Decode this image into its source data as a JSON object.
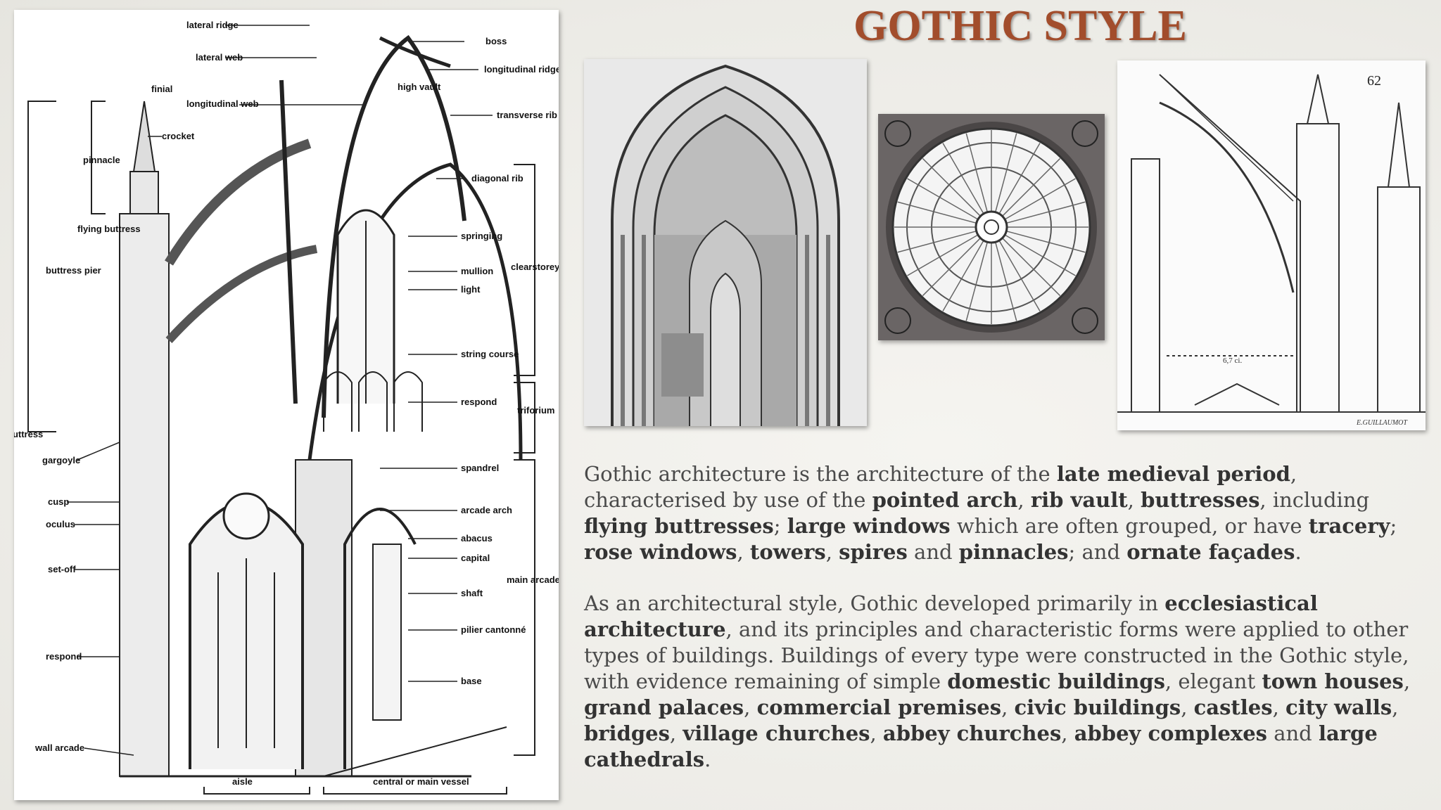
{
  "title": "GOTHIC STYLE",
  "diagram_labels": {
    "lateral_ridge": "lateral ridge",
    "lateral_web": "lateral web",
    "finial": "finial",
    "longitudinal_web": "longitudinal web",
    "high_vault": "high vault",
    "boss": "boss",
    "longitudinal_ridge": "longitudinal ridge",
    "transverse_rib": "transverse rib",
    "crocket": "crocket",
    "pinnacle": "pinnacle",
    "diagonal_rib": "diagonal rib",
    "flying_buttress": "flying buttress",
    "buttress_pier": "buttress pier",
    "springing": "springing",
    "clearstorey": "clearstorey",
    "mullion": "mullion",
    "light": "light",
    "string_course": "string course",
    "respond_upper": "respond",
    "triforium": "triforium",
    "buttress": "buttress",
    "gargoyle": "gargoyle",
    "spandrel": "spandrel",
    "cusp": "cusp",
    "oculus": "oculus",
    "arcade_arch": "arcade arch",
    "abacus": "abacus",
    "capital": "capital",
    "set_off": "set-off",
    "main_arcade": "main arcade",
    "shaft": "shaft",
    "pilier_cantonne": "pilier cantonné",
    "respond_lower": "respond",
    "base": "base",
    "wall_arcade": "wall arcade",
    "aisle": "aisle",
    "central_vessel": "central or main vessel"
  },
  "buttress_drawing": {
    "page_number": "62",
    "measure": "6,7 ci.",
    "signature": "E.GUILLAUMOT"
  },
  "paragraph1": [
    {
      "t": "Gothic architecture is the architecture of the ",
      "b": false
    },
    {
      "t": "late medieval period",
      "b": true
    },
    {
      "t": ", characterised by use of the ",
      "b": false
    },
    {
      "t": "pointed arch",
      "b": true
    },
    {
      "t": ", ",
      "b": false
    },
    {
      "t": "rib vault",
      "b": true
    },
    {
      "t": ", ",
      "b": false
    },
    {
      "t": "buttresses",
      "b": true
    },
    {
      "t": ", including ",
      "b": false
    },
    {
      "t": "flying buttresses",
      "b": true
    },
    {
      "t": "; ",
      "b": false
    },
    {
      "t": "large windows",
      "b": true
    },
    {
      "t": " which are often grouped, or have ",
      "b": false
    },
    {
      "t": "tracery",
      "b": true
    },
    {
      "t": "; ",
      "b": false
    },
    {
      "t": "rose windows",
      "b": true
    },
    {
      "t": ", ",
      "b": false
    },
    {
      "t": "towers",
      "b": true
    },
    {
      "t": ", ",
      "b": false
    },
    {
      "t": "spires",
      "b": true
    },
    {
      "t": " and ",
      "b": false
    },
    {
      "t": "pinnacles",
      "b": true
    },
    {
      "t": "; and ",
      "b": false
    },
    {
      "t": "ornate façades",
      "b": true
    },
    {
      "t": ".",
      "b": false
    }
  ],
  "paragraph2": [
    {
      "t": "As an architectural style, Gothic developed primarily in ",
      "b": false
    },
    {
      "t": "ecclesiastical architecture",
      "b": true
    },
    {
      "t": ", and its principles and characteristic forms were applied to other types of buildings. Buildings of every type were constructed in the Gothic style, with evidence remaining of simple ",
      "b": false
    },
    {
      "t": "domestic buildings",
      "b": true
    },
    {
      "t": ", elegant ",
      "b": false
    },
    {
      "t": "town houses",
      "b": true
    },
    {
      "t": ", ",
      "b": false
    },
    {
      "t": "grand palaces",
      "b": true
    },
    {
      "t": ", ",
      "b": false
    },
    {
      "t": "commercial premises",
      "b": true
    },
    {
      "t": ", ",
      "b": false
    },
    {
      "t": "civic buildings",
      "b": true
    },
    {
      "t": ", ",
      "b": false
    },
    {
      "t": "castles",
      "b": true
    },
    {
      "t": ", ",
      "b": false
    },
    {
      "t": "city walls",
      "b": true
    },
    {
      "t": ", ",
      "b": false
    },
    {
      "t": "bridges",
      "b": true
    },
    {
      "t": ", ",
      "b": false
    },
    {
      "t": "village churches",
      "b": true
    },
    {
      "t": ", ",
      "b": false
    },
    {
      "t": "abbey churches",
      "b": true
    },
    {
      "t": ", ",
      "b": false
    },
    {
      "t": "abbey complexes",
      "b": true
    },
    {
      "t": " and ",
      "b": false
    },
    {
      "t": "large cathedrals",
      "b": true
    },
    {
      "t": ".",
      "b": false
    }
  ]
}
